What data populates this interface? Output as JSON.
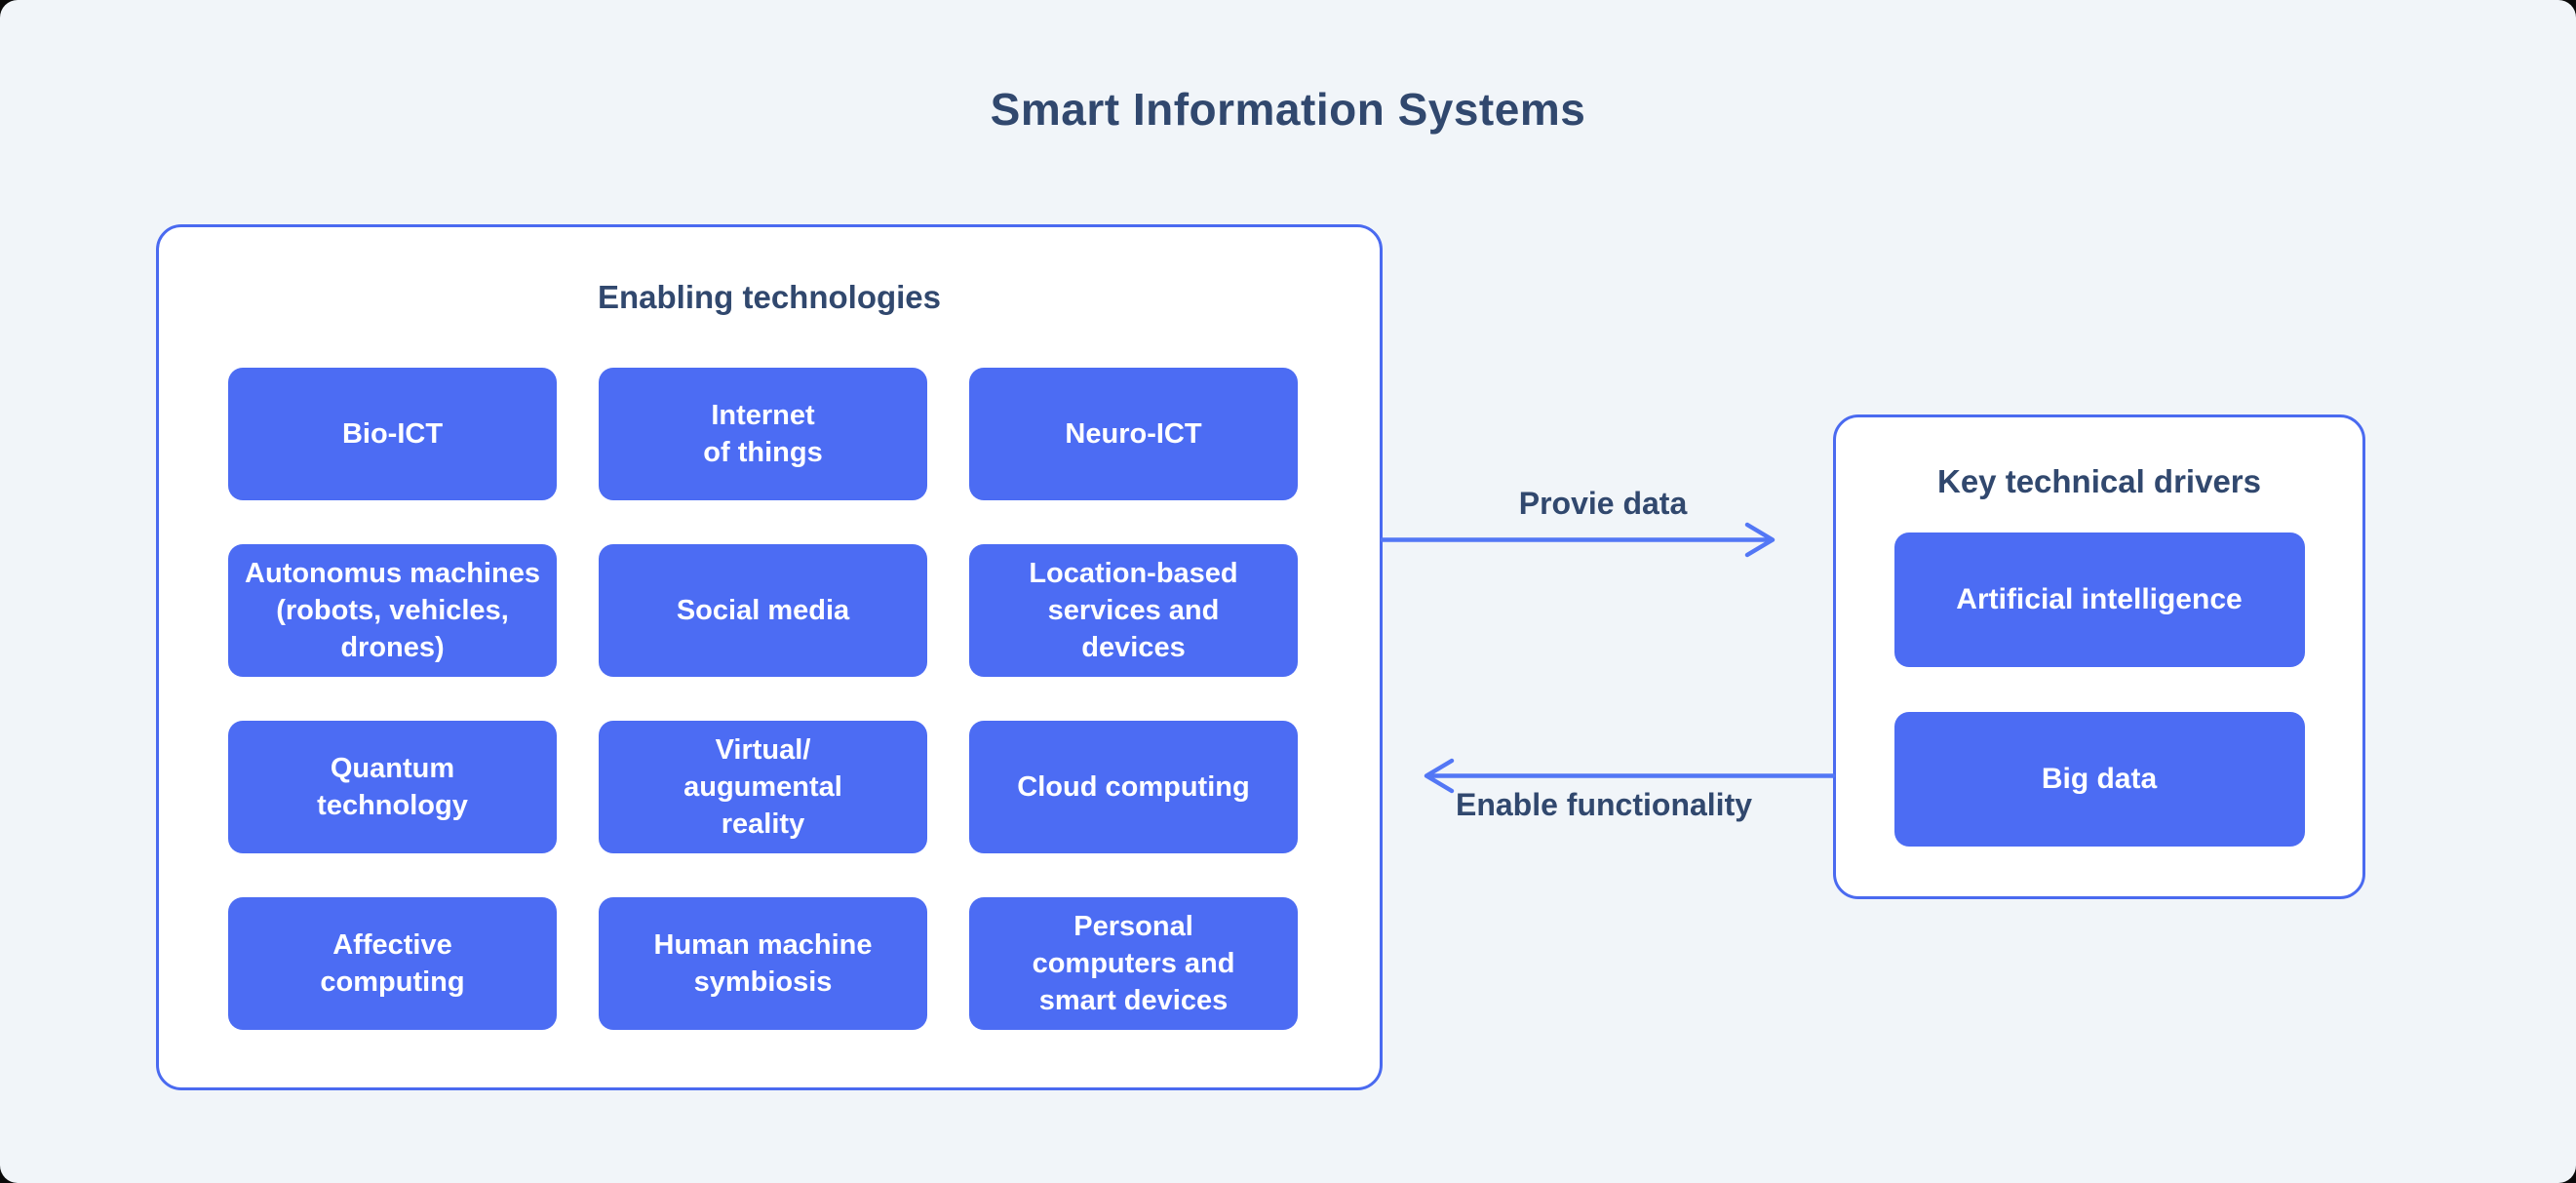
{
  "title": "Smart Information Systems",
  "colors": {
    "background": "#f1f5f9",
    "panel_border": "#4a6af0",
    "box_fill": "#4c6cf3",
    "arrow_stroke": "#5377f5",
    "heading_text": "#31486e",
    "box_text": "#ffffff"
  },
  "enabling": {
    "title": "Enabling technologies",
    "items": [
      "Bio-ICT",
      "Internet\nof things",
      "Neuro-ICT",
      "Autonomus machines\n(robots, vehicles,\ndrones)",
      "Social media",
      "Location-based\nservices and\ndevices",
      "Quantum\ntechnology",
      "Virtual/\naugumental\nreality",
      "Cloud computing",
      "Affective\ncomputing",
      "Human machine\nsymbiosis",
      "Personal\ncomputers and\nsmart devices"
    ]
  },
  "drivers": {
    "title": "Key technical drivers",
    "items": [
      "Artificial intelligence",
      "Big data"
    ]
  },
  "arrows": {
    "provide_data_label": "Provie data",
    "enable_functionality_label": "Enable functionality"
  }
}
